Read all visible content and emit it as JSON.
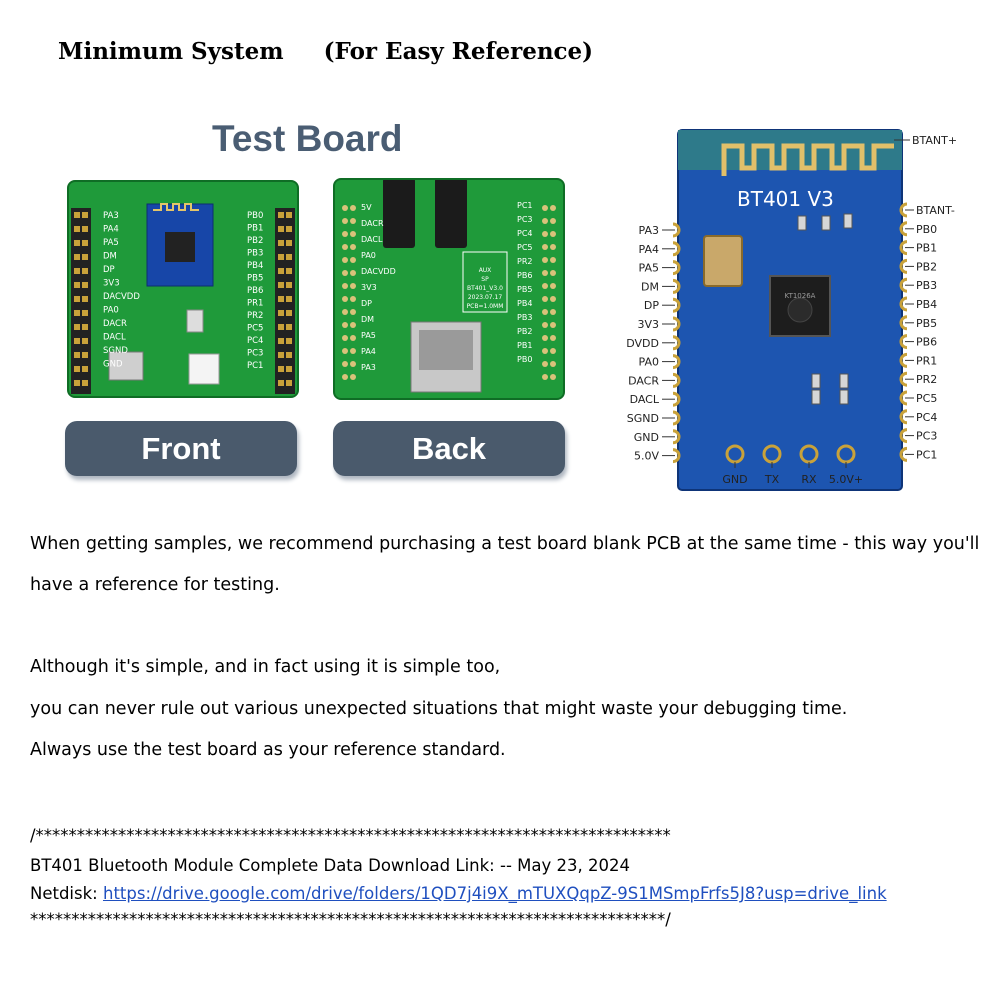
{
  "title": {
    "main": "Minimum System",
    "sub": "(For Easy Reference)"
  },
  "test_board": {
    "title": "Test Board",
    "front_label": "Front",
    "back_label": "Back",
    "front_pins_left": [
      "PA3",
      "PA4",
      "PA5",
      "DM",
      "DP",
      "3V3",
      "DACVDD",
      "PA0",
      "DACR",
      "DACL",
      "SGND",
      "GND"
    ],
    "front_pins_right": [
      "PB0",
      "PB1",
      "PB2",
      "PB3",
      "PB4",
      "PB5",
      "PB6",
      "PR1",
      "PR2",
      "PC5",
      "PC4",
      "PC3",
      "PC1"
    ],
    "back_pins_left": [
      "5V",
      "DACR",
      "DACL",
      "PA0",
      "DACVDD",
      "3V3",
      "DP",
      "DM",
      "PA5",
      "PA4",
      "PA3"
    ],
    "back_pins_right": [
      "PC1",
      "PC3",
      "PC4",
      "PC5",
      "PR2",
      "PB6",
      "PB5",
      "PB4",
      "PB3",
      "PB2",
      "PB1",
      "PB0"
    ],
    "back_silk": [
      "AUX",
      "SP",
      "BT401_V3.0",
      "2023.07.17",
      "PCB=1.0MM"
    ]
  },
  "module": {
    "chip_name": "BT401 V3",
    "chip_marking": "KT1026A",
    "left_pins": [
      "PA3",
      "PA4",
      "PA5",
      "DM",
      "DP",
      "3V3",
      "DVDD",
      "PA0",
      "DACR",
      "DACL",
      "SGND",
      "GND",
      "5.0V"
    ],
    "right_pins": [
      "BTANT-",
      "PB0",
      "PB1",
      "PB2",
      "PB3",
      "PB4",
      "PB5",
      "PB6",
      "PR1",
      "PR2",
      "PC5",
      "PC4",
      "PC3",
      "PC1"
    ],
    "top_right_pin": "BTANT+",
    "bottom_pins": [
      "GND",
      "TX",
      "RX",
      "5.0V+"
    ]
  },
  "body": {
    "para1_line1": "When getting samples, we recommend purchasing a test board blank PCB at the same time - this way you'll",
    "para1_line2": "have a reference for testing.",
    "para2_line1": "Although it's simple, and in fact using it is simple too,",
    "para2_line2": "you can never rule out various unexpected situations that might waste your debugging time.",
    "para2_line3": "Always use the test board as your reference standard."
  },
  "download": {
    "star_top": "/*****************************************************************************",
    "line1": "BT401 Bluetooth Module Complete Data Download Link: -- May 23, 2024",
    "netdisk_label": "Netdisk:",
    "url": "https://drive.google.com/drive/folders/1QD7j4i9X_mTUXQqpZ-9S1MSmpFrfs5J8?usp=drive_link",
    "star_bottom": "*****************************************************************************/"
  }
}
